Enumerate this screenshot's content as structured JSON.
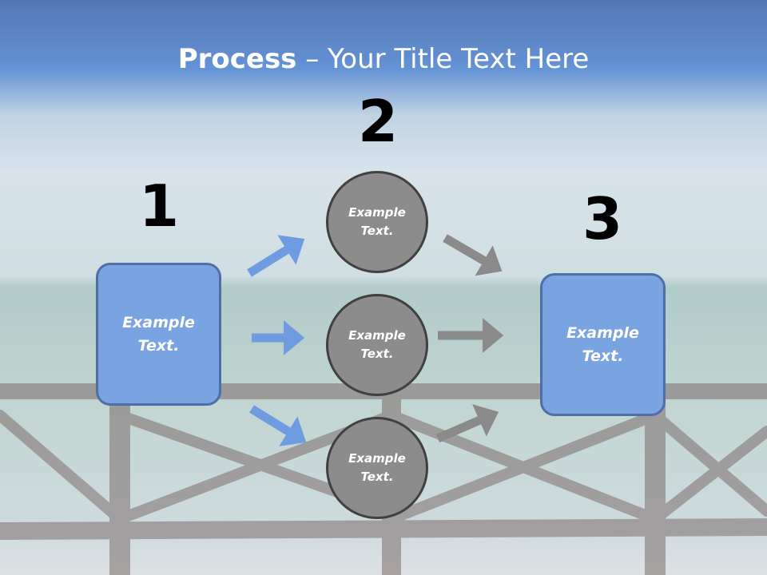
{
  "slide": {
    "title_bold": "Process",
    "title_rest": " – Your Title Text Here"
  },
  "steps": {
    "one": {
      "number": "1",
      "text": "Example Text."
    },
    "two": {
      "number": "2"
    },
    "three": {
      "number": "3",
      "text": "Example Text."
    }
  },
  "circles": [
    {
      "text": "Example Text."
    },
    {
      "text": "Example Text."
    },
    {
      "text": "Example Text."
    }
  ],
  "colors": {
    "box_fill": "#7aa3e2",
    "box_border": "#4e6fa5",
    "circle_fill": "#8c8c8c",
    "circle_border": "#404040",
    "arrow_blue": "#6f9be0",
    "arrow_gray": "#8a8a8a"
  }
}
